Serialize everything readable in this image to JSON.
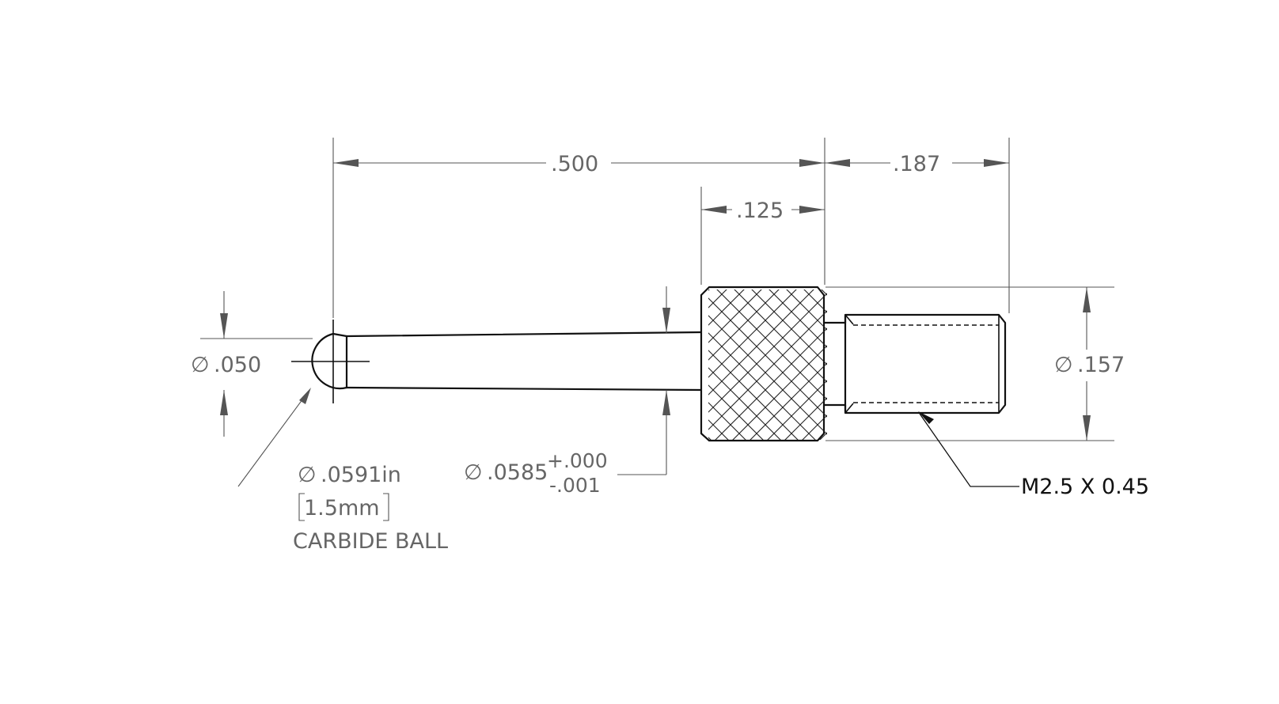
{
  "drawing": {
    "dimensions": {
      "overall_length": ".500",
      "thread_length": ".187",
      "knurl_width": ".125",
      "shaft_end_dia": ".050",
      "body_dia": ".157",
      "shaft_dia": ".0585",
      "shaft_tol_upper": "+.000",
      "shaft_tol_lower": "-.001"
    },
    "diameter_symbol": "∅",
    "ball_callout": {
      "size_in": ".0591in",
      "size_mm": "1.5mm",
      "material": "CARBIDE BALL"
    },
    "thread_callout": "M2.5 X 0.45"
  }
}
